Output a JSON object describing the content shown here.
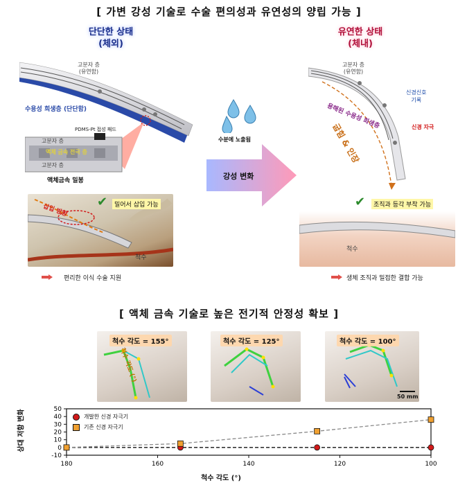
{
  "top_title": "[ 가변 강성 기술로 수술 편의성과 유연성의 양립 가능  ]",
  "left": {
    "state": "단단한 상태",
    "state_sub": "(체외)",
    "polymer_layer": "고분자 층",
    "polymer_layer_sub": "(유연함)",
    "sacrificial_layer": "수용성 희생층 (단단함)",
    "pdms_pad": "PDMS-Pt 접성 패드",
    "stack_top": "고분자 층",
    "stack_mid": "액체 금속 전극 층",
    "stack_bottom": "고분자 층",
    "sealing": "액체금속 밀봉",
    "insert_label": "삽입 방향",
    "check_text": "밀어서 삽입 가능",
    "spine_label": "척수",
    "footnote": "편리한 이식 수술 지원"
  },
  "middle": {
    "exposure": "수분에 노출됨",
    "transition": "강성 변화"
  },
  "right": {
    "state": "유연한 상태",
    "state_sub": "(체내)",
    "polymer_layer": "고분자 층",
    "polymer_layer_sub": "(유연함)",
    "signal_record": "신경신호",
    "signal_record_sub": "기록",
    "dissolved": "용해된 수용성 희생층",
    "bend": "굽힘 & 인장",
    "stim": "신경 자극",
    "check_text": "조직과 등각 부착 가능",
    "spine_label": "척수",
    "footnote": "생체 조직과 밀접한 결합 가능"
  },
  "bottom_title": "[ 액체 금속 기술로 높은 전기적 안정성 확보 ]",
  "photos": [
    {
      "angle": "척수 각도 = 155°",
      "spine_text": "척수 각도 (°)"
    },
    {
      "angle": "척수 각도 = 125°"
    },
    {
      "angle": "척수 각도 = 100°",
      "scale": "50 mm"
    }
  ],
  "chart_data": {
    "type": "line",
    "xlabel": "척수 각도 (°)",
    "ylabel": "상대 저항 변화",
    "xlim": [
      180,
      100
    ],
    "ylim": [
      -10,
      50
    ],
    "x_ticks": [
      "180",
      "160",
      "140",
      "120",
      "100"
    ],
    "y_ticks": [
      "50",
      "40",
      "30",
      "20",
      "10",
      "0",
      "-10"
    ],
    "series": [
      {
        "name": "개발한 신경 자극기",
        "color": "#d21a1a",
        "marker": "circle",
        "x": [
          180,
          155,
          125,
          100
        ],
        "y": [
          0,
          0,
          0,
          0
        ]
      },
      {
        "name": "기존 신경 자극기",
        "color": "#f0a030",
        "marker": "square",
        "x": [
          180,
          155,
          125,
          100
        ],
        "y": [
          0,
          5,
          21,
          36
        ]
      }
    ]
  }
}
